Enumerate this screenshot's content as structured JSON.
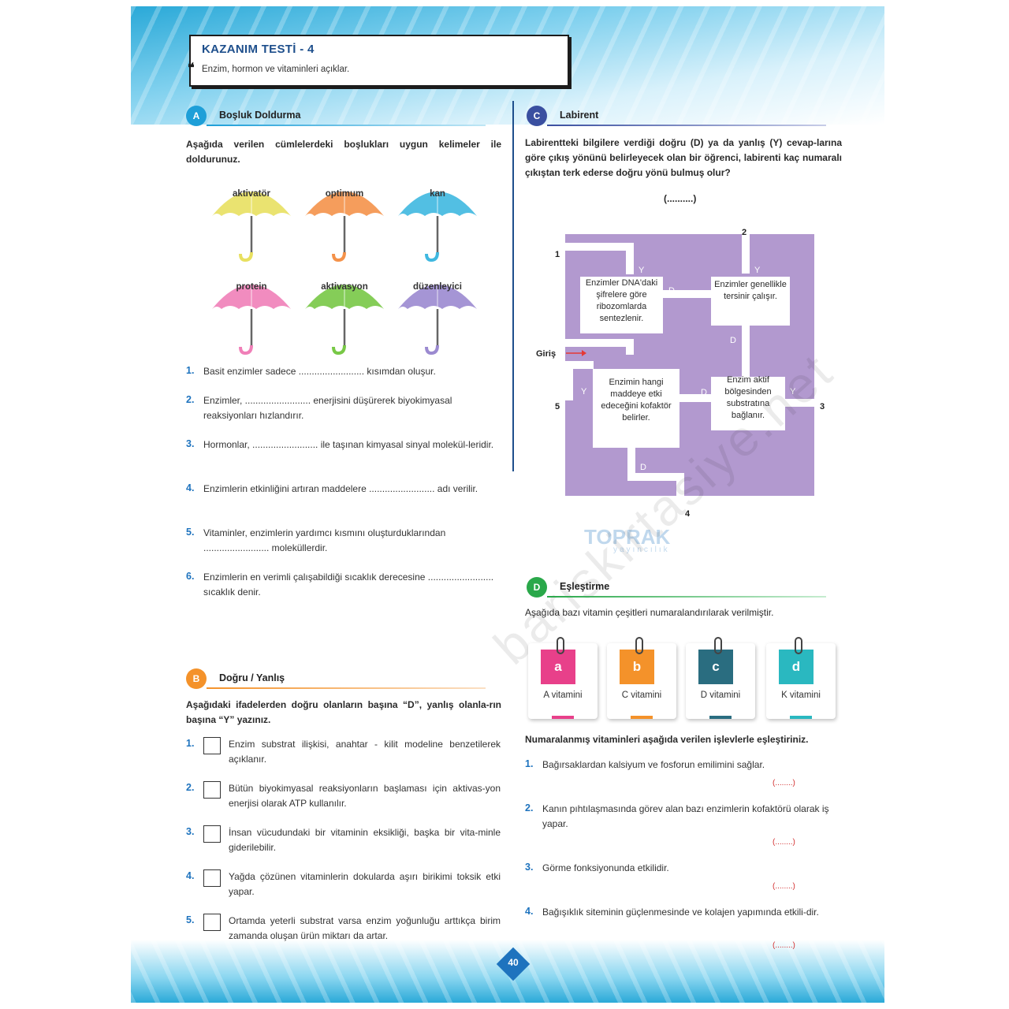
{
  "header": {
    "title": "KAZANIM TESTİ - 4",
    "subtitle": "Enzim, hormon ve vitaminleri açıklar."
  },
  "sectionA": {
    "badge": "A",
    "title": "Boşluk Doldurma",
    "instruction": "Aşağıda verilen cümlelerdeki boşlukları uygun kelimeler ile doldurunuz.",
    "words": [
      {
        "text": "aktivatör",
        "color": "#e8e060"
      },
      {
        "text": "optimum",
        "color": "#f4924a"
      },
      {
        "text": "kan",
        "color": "#3fb8e0"
      },
      {
        "text": "protein",
        "color": "#f07fb8"
      },
      {
        "text": "aktivasyon",
        "color": "#78c846"
      },
      {
        "text": "düzenleyici",
        "color": "#9b8ad0"
      }
    ],
    "items": [
      {
        "n": "1.",
        "text": "Basit enzimler sadece ......................... kısımdan oluşur."
      },
      {
        "n": "2.",
        "text": "Enzimler, ......................... enerjisini düşürerek biyokimyasal reaksiyonları hızlandırır."
      },
      {
        "n": "3.",
        "text": "Hormonlar, ......................... ile taşınan kimyasal sinyal molekül-leridir."
      },
      {
        "n": "4.",
        "text": "Enzimlerin etkinliğini artıran maddelere ......................... adı verilir."
      },
      {
        "n": "5.",
        "text": "Vitaminler, enzimlerin yardımcı kısmını oluşturduklarından ......................... moleküllerdir."
      },
      {
        "n": "6.",
        "text": "Enzimlerin en verimli çalışabildiği sıcaklık derecesine ......................... sıcaklık denir."
      }
    ]
  },
  "sectionB": {
    "badge": "B",
    "title": "Doğru / Yanlış",
    "instruction": "Aşağıdaki ifadelerden doğru olanların başına “D”, yanlış olanla-rın başına “Y” yazınız.",
    "items": [
      {
        "n": "1.",
        "text": "Enzim substrat ilişkisi, anahtar - kilit modeline benzetilerek açıklanır."
      },
      {
        "n": "2.",
        "text": "Bütün biyokimyasal reaksiyonların başlaması için aktivas-yon enerjisi olarak ATP kullanılır."
      },
      {
        "n": "3.",
        "text": "İnsan vücudundaki bir vitaminin eksikliği, başka bir vita-minle giderilebilir."
      },
      {
        "n": "4.",
        "text": "Yağda çözünen vitaminlerin dokularda aşırı birikimi toksik etki yapar."
      },
      {
        "n": "5.",
        "text": "Ortamda yeterli substrat varsa enzim yoğunluğu arttıkça birim zamanda oluşan ürün miktarı da artar."
      }
    ]
  },
  "sectionC": {
    "badge": "C",
    "title": "Labirent",
    "instruction": "Labirentteki bilgilere verdiği doğru (D) ya da yanlış (Y) cevap-larına göre çıkış yönünü belirleyecek olan bir öğrenci, labirenti kaç numaralı çıkıştan terk ederse doğru yönü bulmuş olur?",
    "answer_blank": "(..........)",
    "entry": "Giriş",
    "exits": [
      "1",
      "2",
      "3",
      "4",
      "5"
    ],
    "boxes": [
      "Enzimler DNA'daki şifrelere göre ribozomlarda sentezlenir.",
      "Enzimler genellikle tersinir çalışır.",
      "Enzimin hangi maddeye etki edeceğini kofaktör belirler.",
      "Enzim aktif bölgesinden substratına bağlanır."
    ],
    "paths": {
      "d": "D",
      "y": "Y"
    }
  },
  "sectionD": {
    "badge": "D",
    "title": "Eşleştirme",
    "instruction": "Aşağıda bazı vitamin çeşitleri numaralandırılarak verilmiştir.",
    "cards": [
      {
        "letter": "a",
        "label": "A vitamini",
        "color": "#e8408a"
      },
      {
        "letter": "b",
        "label": "C vitamini",
        "color": "#f4922a"
      },
      {
        "letter": "c",
        "label": "D vitamini",
        "color": "#2a6d80"
      },
      {
        "letter": "d",
        "label": "K vitamini",
        "color": "#2ab8c0"
      }
    ],
    "instruction2": "Numaralanmış vitaminleri aşağıda verilen işlevlerle eşleştiriniz.",
    "items": [
      {
        "n": "1.",
        "text": "Bağırsaklardan kalsiyum ve fosforun emilimini sağlar.",
        "blank": "(........)"
      },
      {
        "n": "2.",
        "text": "Kanın pıhtılaşmasında görev alan bazı enzimlerin kofaktörü olarak iş yapar.",
        "blank": "(........)"
      },
      {
        "n": "3.",
        "text": "Görme fonksiyonunda etkilidir.",
        "blank": "(........)"
      },
      {
        "n": "4.",
        "text": "Bağışıklık siteminin güçlenmesinde ve kolajen yapımında etkili-dir.",
        "blank": "(........)"
      }
    ]
  },
  "page_number": "40",
  "watermark": "bariskirtasiye.net",
  "publisher": {
    "name": "TOPRAK",
    "sub": "yayıncılık"
  }
}
